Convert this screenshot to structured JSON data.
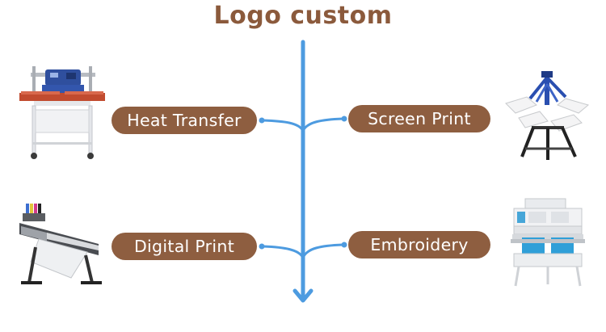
{
  "title": "Logo custom",
  "methods": [
    {
      "label": "Heat Transfer",
      "icon": "heat-press-machine-icon"
    },
    {
      "label": "Screen Print",
      "icon": "screen-printing-press-icon"
    },
    {
      "label": "Digital Print",
      "icon": "wide-format-printer-icon"
    },
    {
      "label": "Embroidery",
      "icon": "embroidery-machine-icon"
    }
  ],
  "colors": {
    "title": "#8B5A3C",
    "pill": "#8E5E40",
    "arrow": "#4D9BE0",
    "node": "#4D9BE0"
  }
}
